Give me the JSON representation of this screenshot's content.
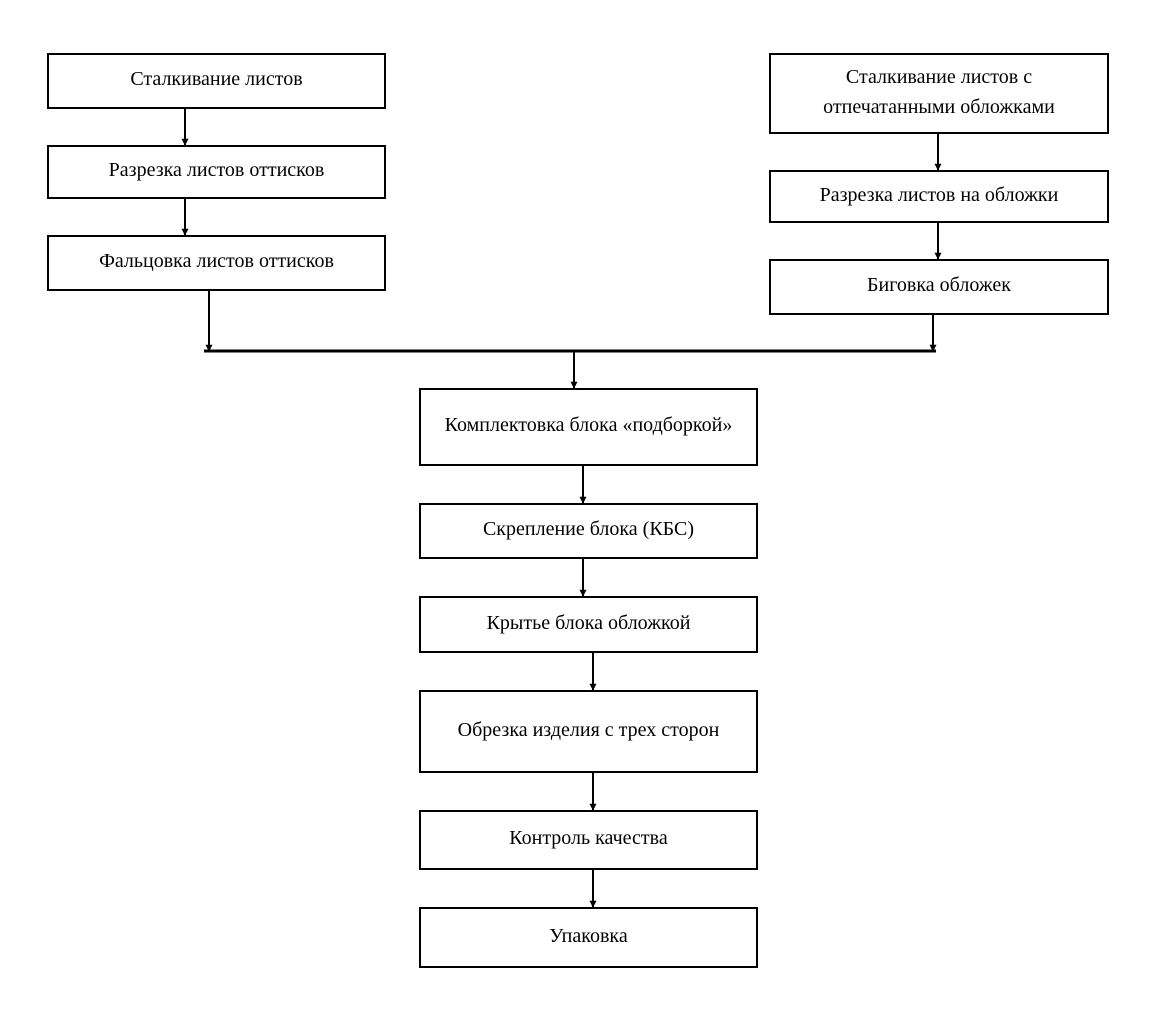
{
  "left_column": {
    "step1": "Сталкивание листов",
    "step2": "Разрезка листов оттисков",
    "step3": "Фальцовка листов оттисков"
  },
  "right_column": {
    "step1": "Сталкивание листов с отпечатанными обложками",
    "step2": "Разрезка листов на обложки",
    "step3": "Биговка обложек"
  },
  "main_column": {
    "step1": "Комплектовка блока «подборкой»",
    "step2": "Скрепление блока (КБС)",
    "step3": "Крытье блока обложкой",
    "step4": "Обрезка изделия с трех сторон",
    "step5": "Контроль качества",
    "step6": "Упаковка"
  }
}
